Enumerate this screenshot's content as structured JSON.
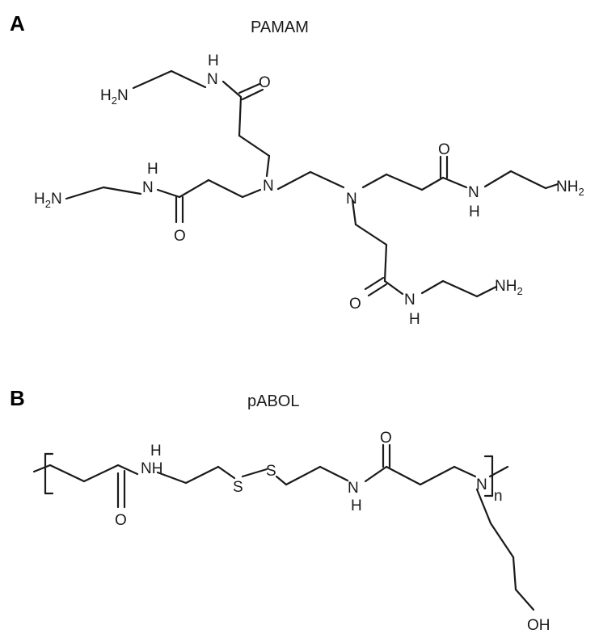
{
  "panels": [
    {
      "letter": "A",
      "title": "PAMAM"
    },
    {
      "letter": "B",
      "title": "pABOL"
    }
  ],
  "atoms": {
    "nh": "NH",
    "n": "N",
    "h": "H",
    "o": "O",
    "s": "S",
    "oh": "OH",
    "h2n_main": "H",
    "h2n_sub": "2",
    "h2n_tail": "N",
    "nh2_main": "NH",
    "nh2_sub": "2",
    "repeat_n": "n"
  }
}
